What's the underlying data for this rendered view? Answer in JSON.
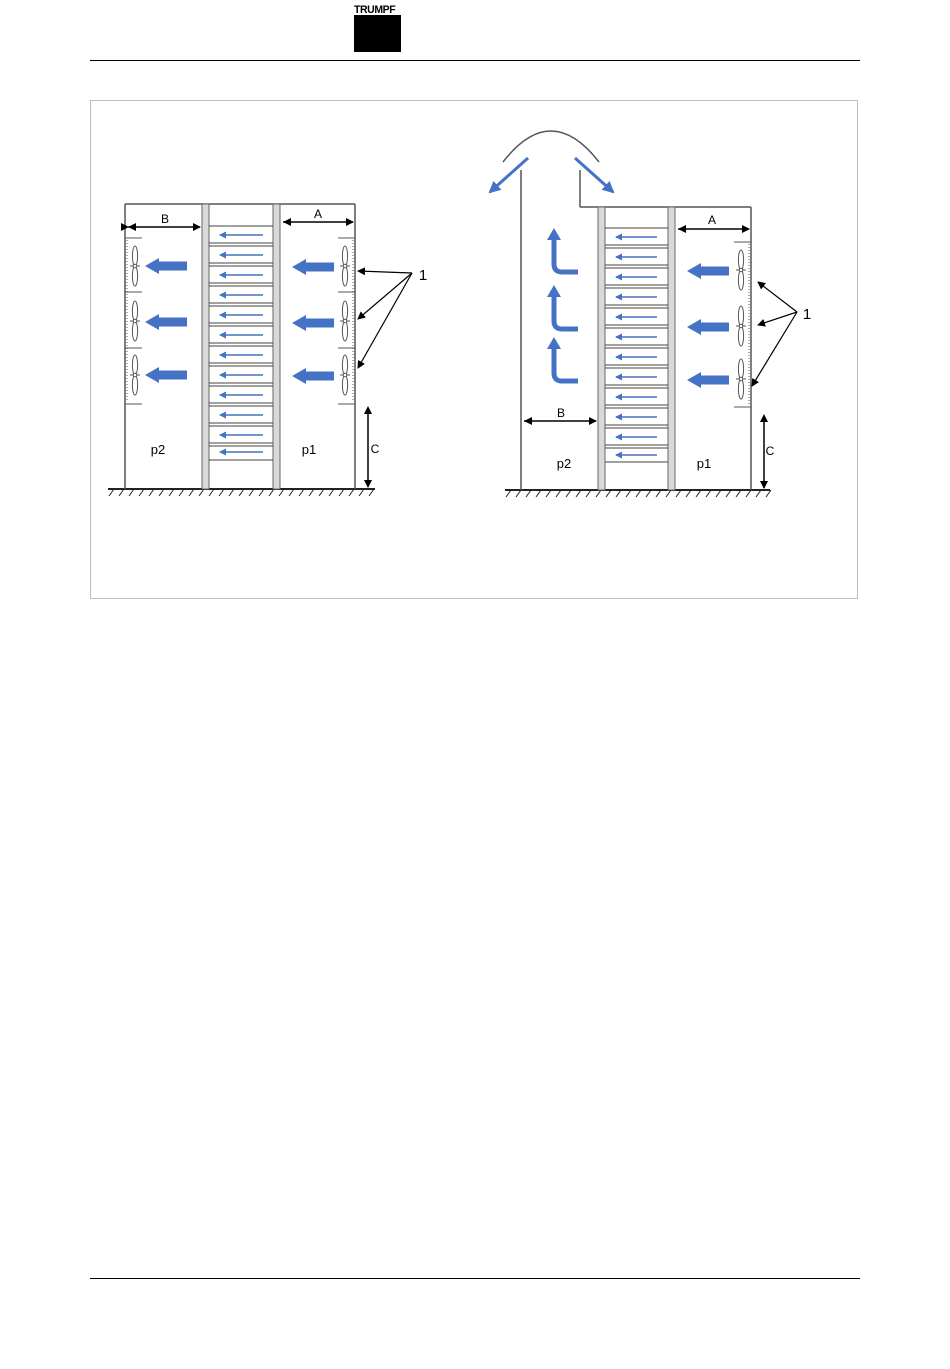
{
  "header": {
    "logo_text": "TRUMPF"
  },
  "figure": {
    "left_diagram": {
      "dimension_a": "A",
      "dimension_b": "B",
      "dimension_c": "C",
      "zone_p1": "p1",
      "zone_p2": "p2",
      "callout": "1"
    },
    "right_diagram": {
      "dimension_a": "A",
      "dimension_b": "B",
      "dimension_c": "C",
      "zone_p1": "p1",
      "zone_p2": "p2",
      "callout": "1"
    }
  },
  "colors": {
    "airflow_arrow": "#4472c4",
    "line": "#222222",
    "wall": "#d9d9d9"
  }
}
